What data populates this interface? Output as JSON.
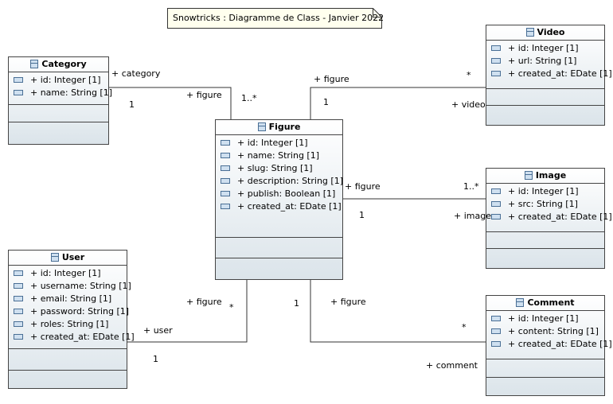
{
  "note": "Snowtricks : Diagramme de Class - Janvier 2022",
  "classes": {
    "category": {
      "name": "Category",
      "attrs": [
        "+ id: Integer [1]",
        "+ name: String [1]"
      ]
    },
    "figure": {
      "name": "Figure",
      "attrs": [
        "+ id: Integer [1]",
        "+ name: String [1]",
        "+ slug: String [1]",
        "+ description: String [1]",
        "+ publish: Boolean [1]",
        "+ created_at: EDate [1]"
      ]
    },
    "video": {
      "name": "Video",
      "attrs": [
        "+ id: Integer [1]",
        "+ url: String [1]",
        "+ created_at: EDate [1]"
      ]
    },
    "image": {
      "name": "Image",
      "attrs": [
        "+ id: Integer [1]",
        "+ src: String [1]",
        "+ created_at: EDate [1]"
      ]
    },
    "user": {
      "name": "User",
      "attrs": [
        "+ id: Integer [1]",
        "+ username: String [1]",
        "+ email: String [1]",
        "+ password: String [1]",
        "+ roles: String [1]",
        "+ created_at: EDate [1]"
      ]
    },
    "comment": {
      "name": "Comment",
      "attrs": [
        "+ id: Integer [1]",
        "+ content: String [1]",
        "+ created_at: EDate [1]"
      ]
    }
  },
  "associations": {
    "category_figure": {
      "role_category": "+ category",
      "mult_category": "1",
      "role_figure": "+ figure",
      "mult_figure": "1..*"
    },
    "figure_video": {
      "role_figure": "+ figure",
      "mult_figure": "1",
      "role_video": "+ video",
      "mult_video": "*"
    },
    "figure_image": {
      "role_figure": "+ figure",
      "mult_figure": "1",
      "role_image": "+ image",
      "mult_image": "1..*"
    },
    "user_figure": {
      "role_figure": "+ figure",
      "mult_figure": "*",
      "role_user": "+ user",
      "mult_user": "1"
    },
    "figure_comment": {
      "role_figure": "+ figure",
      "mult_figure": "1",
      "role_comment": "+ comment",
      "mult_comment": "*"
    }
  }
}
